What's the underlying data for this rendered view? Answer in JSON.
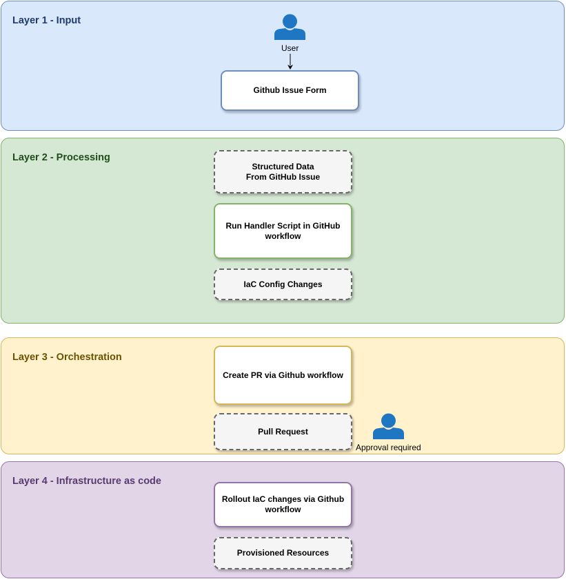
{
  "layers": [
    {
      "title": "Layer 1 - Input"
    },
    {
      "title": "Layer 2 - Processing"
    },
    {
      "title": "Layer 3 - Orchestration"
    },
    {
      "title": "Layer 4 - Infrastructure as code"
    }
  ],
  "user": {
    "label": "User",
    "icon": "person-icon"
  },
  "approver": {
    "label": "Approval required",
    "icon": "person-icon"
  },
  "nodes": {
    "github_issue_form": "Github Issue Form",
    "structured_data": "Structured Data\nFrom GitHub Issue",
    "run_handler": "Run Handler Script in GitHub\nworkflow",
    "iac_config_changes": "IaC Config Changes",
    "create_pr": "Create PR via Github workflow",
    "pull_request": "Pull Request",
    "rollout_iac": "Rollout IaC changes via Github\nworkflow",
    "provisioned_resources": "Provisioned Resources"
  },
  "colors": {
    "layer1_fill": "#dae8fc",
    "layer1_stroke": "#6c8ebf",
    "layer2_fill": "#d5e8d4",
    "layer2_stroke": "#82b366",
    "layer3_fill": "#fff2cc",
    "layer3_stroke": "#d6b656",
    "layer4_fill": "#e1d5e7",
    "layer4_stroke": "#9673a6",
    "person": "#1f76c2"
  }
}
